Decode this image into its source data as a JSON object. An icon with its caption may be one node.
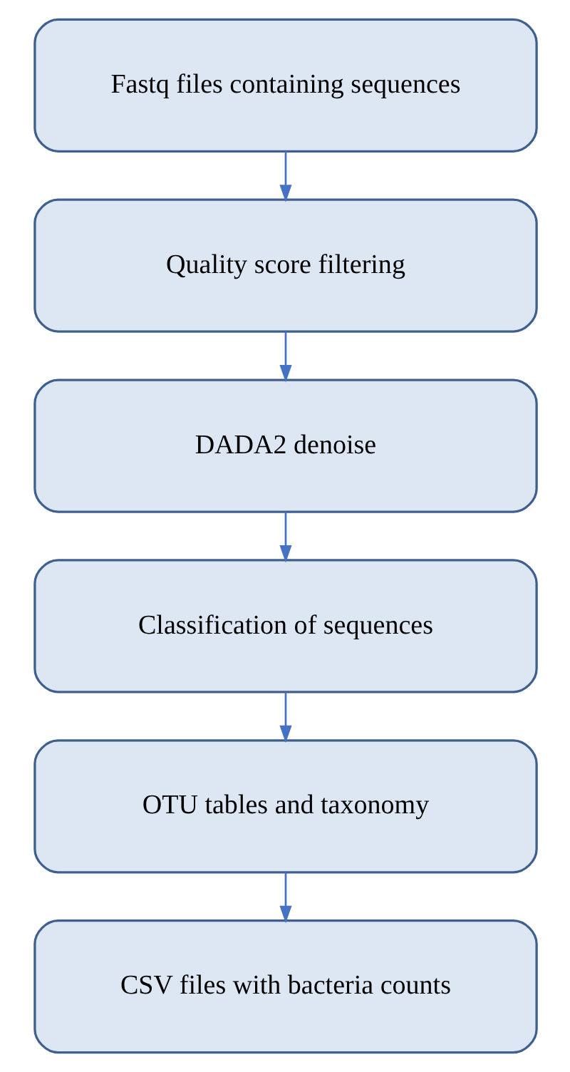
{
  "diagram": {
    "nodes": [
      {
        "text": [
          "Fastq files containing sequences"
        ]
      },
      {
        "text": [
          "Quality score filtering"
        ]
      },
      {
        "text": [
          "DADA2 denoise"
        ]
      },
      {
        "text": [
          "Classification of sequences"
        ]
      },
      {
        "text": [
          "OTU tables and taxonomy"
        ]
      },
      {
        "text": [
          "CSV files with bacteria counts"
        ]
      }
    ],
    "edges": [
      {
        "from": 0,
        "to": 1,
        "arrow": "to"
      },
      {
        "from": 1,
        "to": 2,
        "arrow": "to"
      },
      {
        "from": 2,
        "to": 3,
        "arrow": "to"
      },
      {
        "from": 3,
        "to": 4,
        "arrow": "to"
      },
      {
        "from": 4,
        "to": 5,
        "arrow": "to"
      }
    ]
  }
}
